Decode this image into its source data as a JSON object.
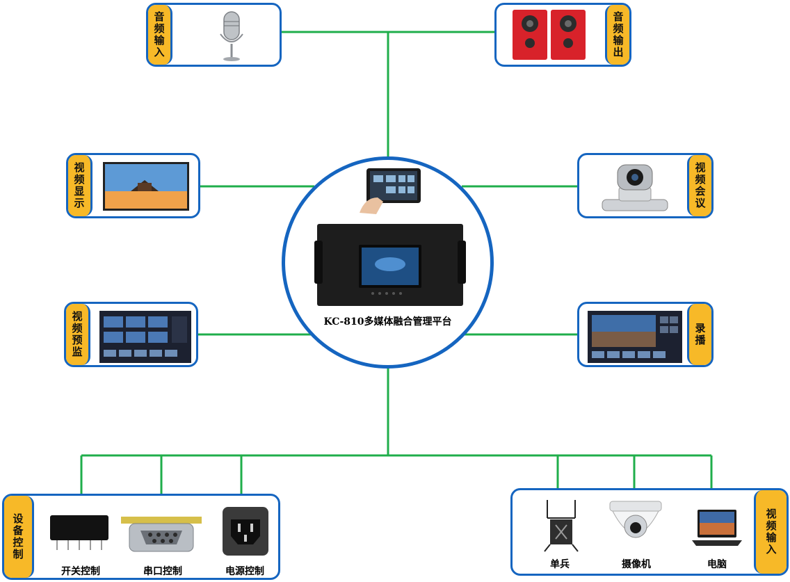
{
  "hub": {
    "label": "KC-810多媒体融合管理平台"
  },
  "nodes": {
    "audio_in": "音频输入",
    "audio_out": "音频输出",
    "video_display": "视频显示",
    "video_conf": "视频会议",
    "video_preview": "视频预监",
    "recording": "录播",
    "device_control": "设备控制",
    "video_input": "视频输入"
  },
  "device_control_items": [
    "开关控制",
    "串口控制",
    "电源控制"
  ],
  "video_input_items": [
    "单兵",
    "摄像机",
    "电脑"
  ],
  "colors": {
    "wire": "#1fae4b",
    "border": "#1565c0",
    "tab": "#f7b928"
  }
}
